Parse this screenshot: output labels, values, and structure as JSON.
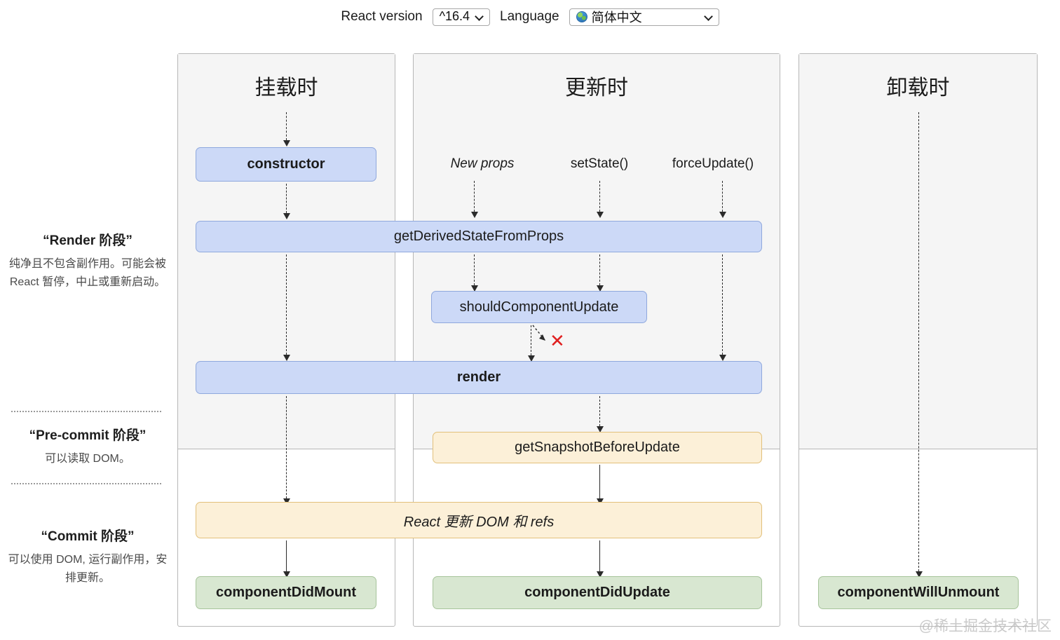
{
  "controls": {
    "react_version_label": "React version",
    "react_version_value": "^16.4",
    "language_label": "Language",
    "language_value": "简体中文",
    "globe_icon": "globe-icon",
    "caret_icon": "chevron-down-icon"
  },
  "sidebar": {
    "phases": [
      {
        "title": "“Render 阶段”",
        "desc": "纯净且不包含副作用。可能会被 React 暂停，中止或重新启动。"
      },
      {
        "title": "“Pre-commit 阶段”",
        "desc": "可以读取 DOM。"
      },
      {
        "title": "“Commit 阶段”",
        "desc": "可以使用 DOM, 运行副作用，安排更新。"
      }
    ]
  },
  "diagram": {
    "columns": [
      {
        "title": "挂载时"
      },
      {
        "title": "更新时"
      },
      {
        "title": "卸载时"
      }
    ],
    "triggers": [
      {
        "label": "New props",
        "italic": true
      },
      {
        "label": "setState()",
        "italic": false
      },
      {
        "label": "forceUpdate()",
        "italic": false
      }
    ],
    "nodes": {
      "constructor": "constructor",
      "get_derived_state_from_props": "getDerivedStateFromProps",
      "should_component_update": "shouldComponentUpdate",
      "render": "render",
      "get_snapshot_before_update": "getSnapshotBeforeUpdate",
      "react_updates_dom": "React 更新 DOM 和 refs",
      "component_did_mount": "componentDidMount",
      "component_did_update": "componentDidUpdate",
      "component_will_unmount": "componentWillUnmount"
    },
    "skip_marker": "✕"
  },
  "watermark": "@稀土掘金技术社区",
  "colors": {
    "blue_fill": "#ccd9f7",
    "blue_border": "#8fa8dd",
    "orange_fill": "#fcf0d8",
    "orange_border": "#e2c07a",
    "green_fill": "#d8e7d1",
    "green_border": "#a7c49b",
    "shade": "#f5f5f5",
    "red_x": "#e02020"
  }
}
